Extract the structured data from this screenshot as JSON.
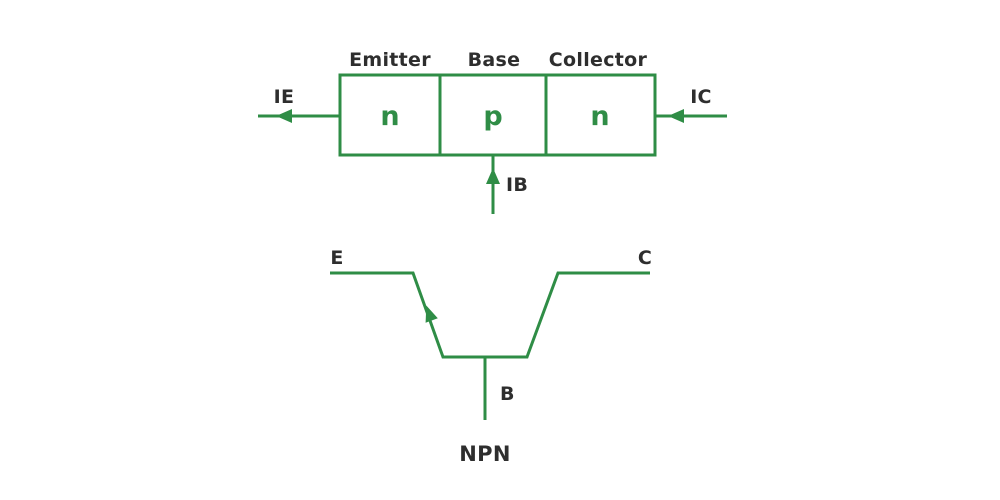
{
  "colors": {
    "line": "#2f8d46",
    "region_text": "#2f8d46",
    "label_text": "#2e2e2e",
    "background": "#ffffff"
  },
  "block_diagram": {
    "top_labels": {
      "emitter": "Emitter",
      "base": "Base",
      "collector": "Collector"
    },
    "regions": {
      "left": "n",
      "middle": "p",
      "right": "n"
    },
    "currents": {
      "emitter": "IE",
      "collector": "IC",
      "base": "IB"
    }
  },
  "symbol": {
    "emitter": "E",
    "collector": "C",
    "base": "B",
    "caption": "NPN"
  }
}
